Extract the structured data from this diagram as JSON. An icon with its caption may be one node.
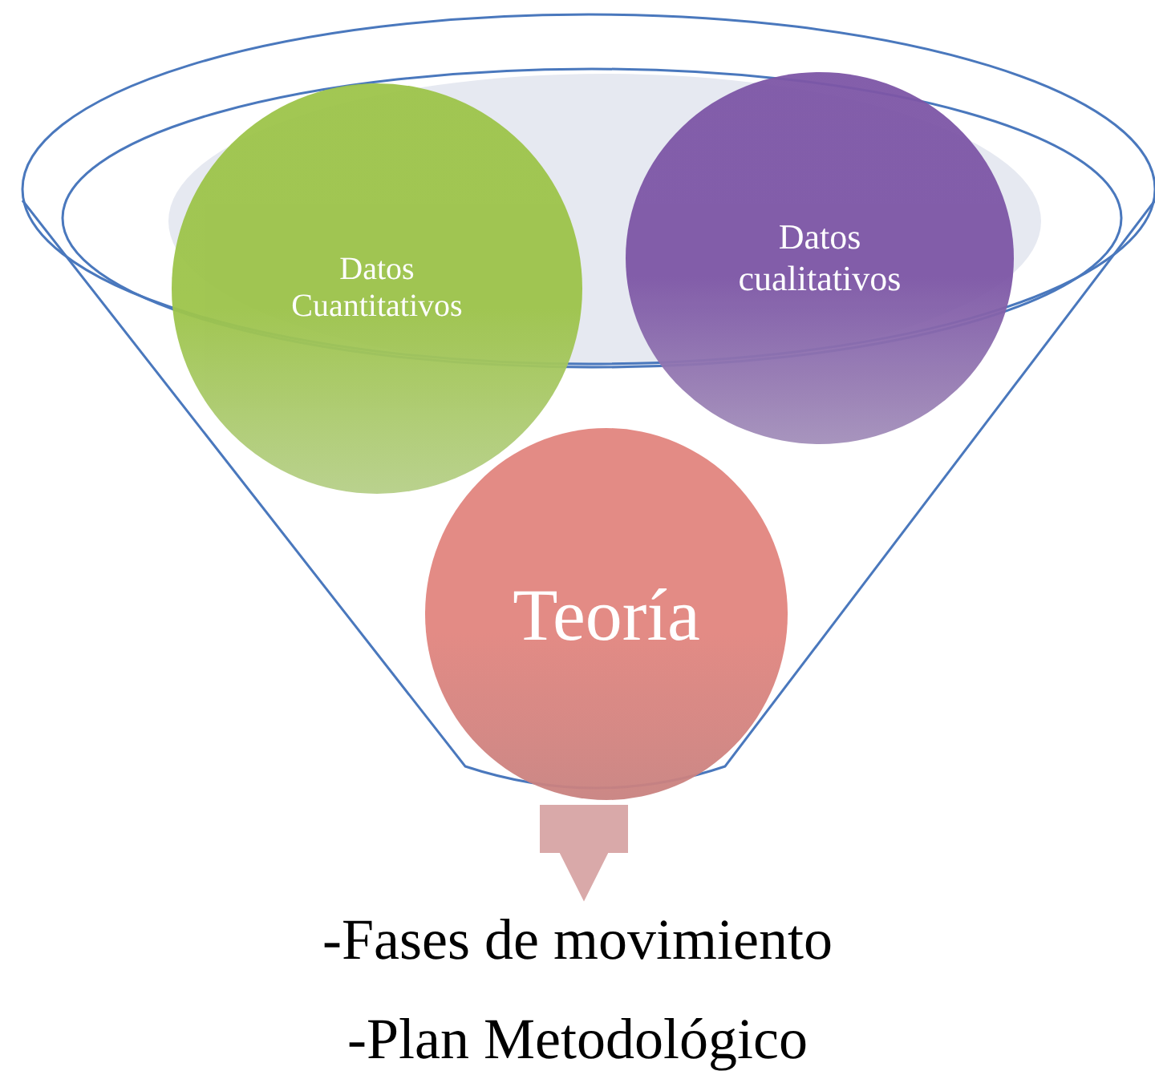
{
  "diagram": {
    "nodes": [
      {
        "text": [],
        "shape": "funnel"
      },
      {
        "text": [
          "Datos Cuantitativos"
        ],
        "in": 0
      },
      {
        "text": [
          "Datos cualitativos"
        ],
        "in": 0
      },
      {
        "text": [
          "Teoría"
        ],
        "in": 0
      },
      {
        "text": [
          "-Fases de movimiento",
          "-Plan Metodológico"
        ]
      }
    ],
    "edges": [
      {
        "from": 0,
        "to": 4,
        "arrow": "to"
      }
    ]
  }
}
